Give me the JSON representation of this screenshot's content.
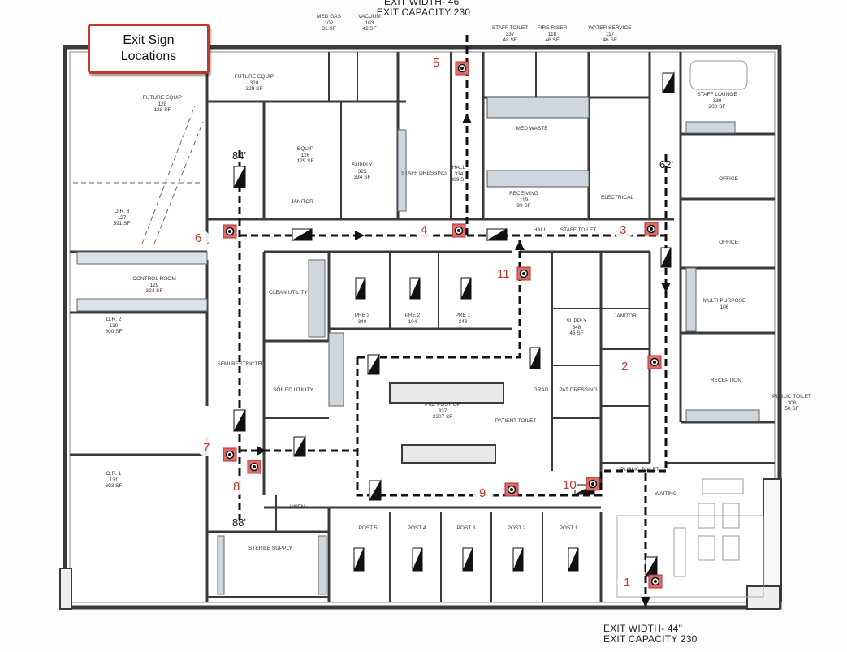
{
  "legend": {
    "line1": "Exit Sign",
    "line2": "Locations"
  },
  "exits": {
    "top": {
      "width": "EXIT WIDTH- 46\"",
      "capacity": "EXIT CAPACITY 230"
    },
    "bottom": {
      "width": "EXIT WIDTH- 44\"",
      "capacity": "EXIT CAPACITY 230"
    }
  },
  "dimensions": [
    "84'",
    "62'",
    "88'"
  ],
  "exit_signs": [
    {
      "label": "1"
    },
    {
      "label": "2"
    },
    {
      "label": "3"
    },
    {
      "label": "4"
    },
    {
      "label": "5"
    },
    {
      "label": "6"
    },
    {
      "label": "7"
    },
    {
      "label": "8"
    },
    {
      "label": "9"
    },
    {
      "label": "10"
    },
    {
      "label": "11"
    }
  ],
  "rooms": [
    {
      "name": "MED GAS",
      "num": "102",
      "area": "31 SF"
    },
    {
      "name": "VACUUM",
      "num": "103",
      "area": "42 SF"
    },
    {
      "name": "STAFF TOILET",
      "num": "337",
      "area": "48 SF"
    },
    {
      "name": "FIRE RISER",
      "num": "118",
      "area": "46 SF"
    },
    {
      "name": "WATER SERVICE",
      "num": "117",
      "area": "46 SF"
    },
    {
      "name": "FUTURE EQUIP",
      "num": "328",
      "area": "329 SF"
    },
    {
      "name": "FUTURE EQUIP",
      "num": "128",
      "area": "128 SF"
    },
    {
      "name": "STAFF LOUNGE",
      "num": "339",
      "area": "200 SF"
    },
    {
      "name": "MED WASTE",
      "num": "",
      "area": ""
    },
    {
      "name": "EQUIP",
      "num": "126",
      "area": "129 SF"
    },
    {
      "name": "SUPPLY",
      "num": "325",
      "area": "334 SF"
    },
    {
      "name": "STAFF DRESSING",
      "num": "",
      "area": ""
    },
    {
      "name": "HALL",
      "num": "334",
      "area": "389 SF"
    },
    {
      "name": "RECEIVING",
      "num": "119",
      "area": "99 SF"
    },
    {
      "name": "ELECTRICAL",
      "num": "",
      "area": ""
    },
    {
      "name": "OFFICE",
      "num": "",
      "area": ""
    },
    {
      "name": "OFFICE",
      "num": "",
      "area": ""
    },
    {
      "name": "JANITOR",
      "num": "",
      "area": ""
    },
    {
      "name": "O.R. 3",
      "num": "127",
      "area": "591 SF"
    },
    {
      "name": "HALL",
      "num": "",
      "area": ""
    },
    {
      "name": "STAFF TOILET",
      "num": "",
      "area": ""
    },
    {
      "name": "CONTROL ROOM",
      "num": "129",
      "area": "324 SF"
    },
    {
      "name": "CLEAN UTILITY",
      "num": "",
      "area": ""
    },
    {
      "name": "PRE 3",
      "num": "340",
      "area": ""
    },
    {
      "name": "PRE 2",
      "num": "104",
      "area": ""
    },
    {
      "name": "PRE 1",
      "num": "343",
      "area": ""
    },
    {
      "name": "MULTI PURPOSE",
      "num": "106",
      "area": ""
    },
    {
      "name": "O.R. 2",
      "num": "130",
      "area": "600 SF"
    },
    {
      "name": "SUPPLY",
      "num": "348",
      "area": "46 SF"
    },
    {
      "name": "JANITOR",
      "num": "",
      "area": ""
    },
    {
      "name": "SEMI RESTRICTED",
      "num": "",
      "area": ""
    },
    {
      "name": "SOILED UTILITY",
      "num": "",
      "area": ""
    },
    {
      "name": "GRAD",
      "num": "",
      "area": ""
    },
    {
      "name": "PAT DRESSING",
      "num": "",
      "area": ""
    },
    {
      "name": "PRE POST OP",
      "num": "337",
      "area": "3207 SF"
    },
    {
      "name": "RECEPTION",
      "num": "",
      "area": ""
    },
    {
      "name": "PUBLIC TOILET",
      "num": "306",
      "area": "50 SF"
    },
    {
      "name": "PATIENT TOILET",
      "num": "",
      "area": ""
    },
    {
      "name": "O.R. 1",
      "num": "131",
      "area": "603 SF"
    },
    {
      "name": "PUBLIC TOILET",
      "num": "",
      "area": ""
    },
    {
      "name": "WAITING",
      "num": "",
      "area": ""
    },
    {
      "name": "LINEN",
      "num": "",
      "area": ""
    },
    {
      "name": "POST 5",
      "num": "",
      "area": ""
    },
    {
      "name": "POST 4",
      "num": "",
      "area": ""
    },
    {
      "name": "POST 3",
      "num": "",
      "area": ""
    },
    {
      "name": "POST 2",
      "num": "",
      "area": ""
    },
    {
      "name": "POST 1",
      "num": "",
      "area": ""
    },
    {
      "name": "STERILE SUPPLY",
      "num": "",
      "area": ""
    }
  ],
  "colors": {
    "exit_marker": "#e06a6a",
    "legend_border": "#c0392b",
    "wall": "#3a3a3a",
    "path": "#111111"
  }
}
